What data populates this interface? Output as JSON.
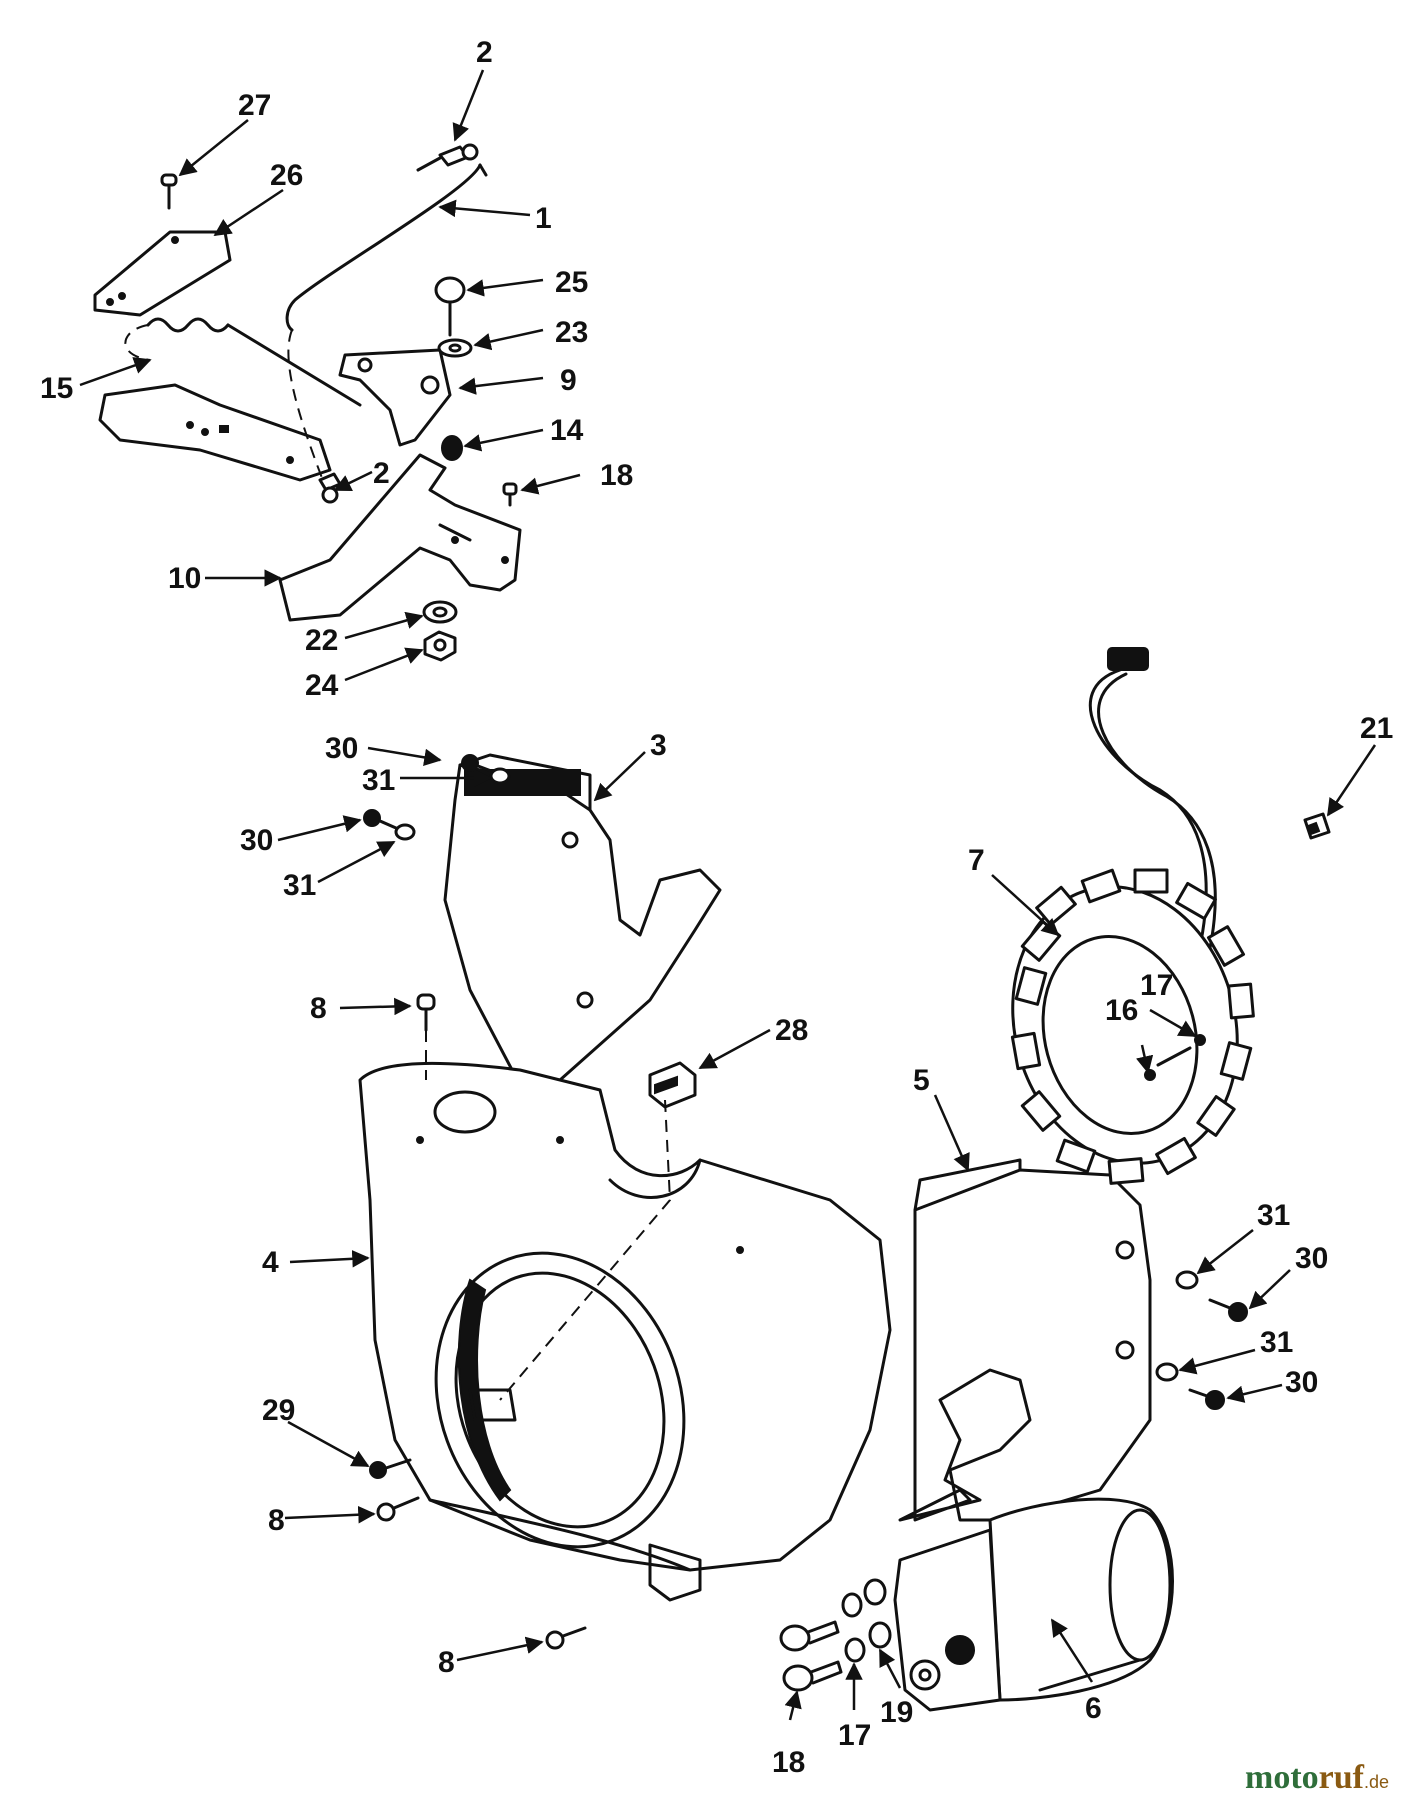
{
  "callouts": {
    "c1": "1",
    "c2a": "2",
    "c2b": "2",
    "c3": "3",
    "c4": "4",
    "c5": "5",
    "c6": "6",
    "c7": "7",
    "c8a": "8",
    "c8b": "8",
    "c8c": "8",
    "c9": "9",
    "c10": "10",
    "c14": "14",
    "c15": "15",
    "c16": "16",
    "c17a": "17",
    "c17b": "17",
    "c18a": "18",
    "c18b": "18",
    "c19": "19",
    "c21": "21",
    "c22": "22",
    "c23": "23",
    "c24": "24",
    "c25": "25",
    "c26": "26",
    "c27": "27",
    "c28": "28",
    "c29": "29",
    "c30a": "30",
    "c30b": "30",
    "c30c": "30",
    "c30d": "30",
    "c31a": "31",
    "c31b": "31",
    "c31c": "31",
    "c31d": "31"
  },
  "watermark": {
    "part1": "moto",
    "part2": "ruf",
    "suffix": ".de"
  },
  "colors": {
    "ink": "#111111",
    "background": "#ffffff",
    "watermark_green": "#2f6e3a",
    "watermark_brown": "#8a5a12"
  }
}
